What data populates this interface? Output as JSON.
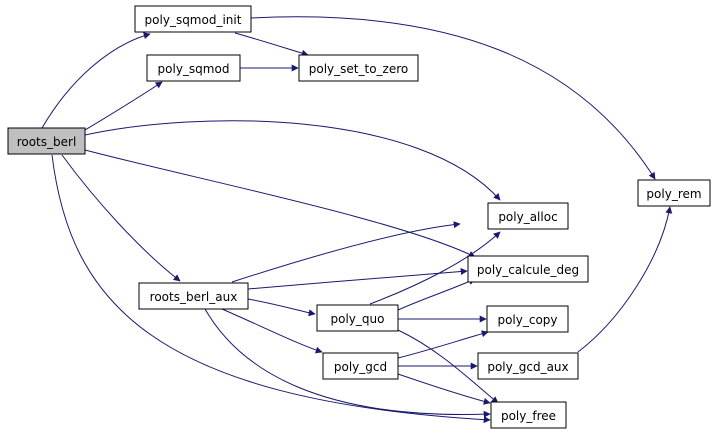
{
  "graph": {
    "edge_color": "#191970",
    "root_fill": "#bfbfbf",
    "node_fill": "#ffffff",
    "nodes": [
      {
        "id": "roots_berl",
        "label": "roots_berl"
      },
      {
        "id": "poly_sqmod_init",
        "label": "poly_sqmod_init"
      },
      {
        "id": "poly_sqmod",
        "label": "poly_sqmod"
      },
      {
        "id": "poly_set_to_zero",
        "label": "poly_set_to_zero"
      },
      {
        "id": "poly_rem",
        "label": "poly_rem"
      },
      {
        "id": "poly_alloc",
        "label": "poly_alloc"
      },
      {
        "id": "roots_berl_aux",
        "label": "roots_berl_aux"
      },
      {
        "id": "poly_calcule_deg",
        "label": "poly_calcule_deg"
      },
      {
        "id": "poly_quo",
        "label": "poly_quo"
      },
      {
        "id": "poly_copy",
        "label": "poly_copy"
      },
      {
        "id": "poly_gcd",
        "label": "poly_gcd"
      },
      {
        "id": "poly_gcd_aux",
        "label": "poly_gcd_aux"
      },
      {
        "id": "poly_free",
        "label": "poly_free"
      }
    ],
    "edges": [
      {
        "from": "roots_berl",
        "to": "poly_sqmod_init"
      },
      {
        "from": "roots_berl",
        "to": "poly_sqmod"
      },
      {
        "from": "roots_berl",
        "to": "poly_alloc"
      },
      {
        "from": "roots_berl",
        "to": "poly_calcule_deg"
      },
      {
        "from": "roots_berl",
        "to": "roots_berl_aux"
      },
      {
        "from": "roots_berl",
        "to": "poly_free"
      },
      {
        "from": "poly_sqmod_init",
        "to": "poly_set_to_zero"
      },
      {
        "from": "poly_sqmod_init",
        "to": "poly_rem"
      },
      {
        "from": "poly_sqmod",
        "to": "poly_set_to_zero"
      },
      {
        "from": "roots_berl_aux",
        "to": "poly_alloc"
      },
      {
        "from": "roots_berl_aux",
        "to": "poly_calcule_deg"
      },
      {
        "from": "roots_berl_aux",
        "to": "poly_quo"
      },
      {
        "from": "roots_berl_aux",
        "to": "poly_gcd"
      },
      {
        "from": "roots_berl_aux",
        "to": "poly_free"
      },
      {
        "from": "poly_quo",
        "to": "poly_alloc"
      },
      {
        "from": "poly_quo",
        "to": "poly_calcule_deg"
      },
      {
        "from": "poly_quo",
        "to": "poly_copy"
      },
      {
        "from": "poly_quo",
        "to": "poly_free"
      },
      {
        "from": "poly_gcd",
        "to": "poly_copy"
      },
      {
        "from": "poly_gcd",
        "to": "poly_gcd_aux"
      },
      {
        "from": "poly_gcd",
        "to": "poly_free"
      },
      {
        "from": "poly_gcd_aux",
        "to": "poly_rem"
      }
    ]
  }
}
